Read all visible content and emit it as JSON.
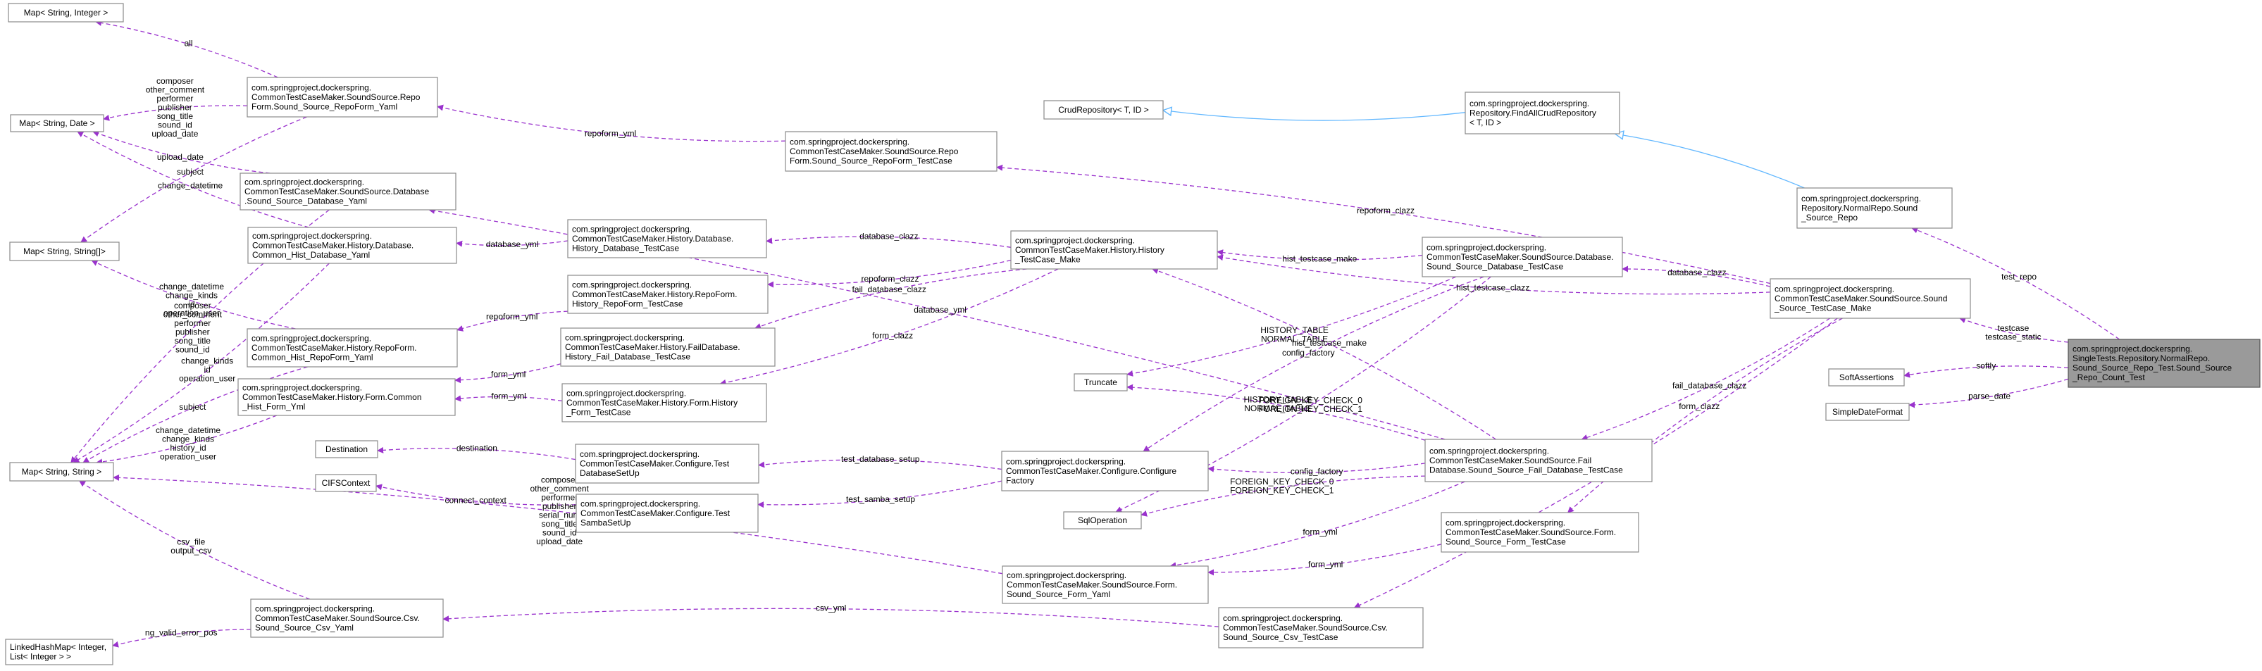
{
  "nodes": [
    {
      "id": "mapStrInt",
      "lines": [
        "Map< String, Integer >"
      ]
    },
    {
      "id": "mapStrDate",
      "lines": [
        "Map< String, Date >"
      ]
    },
    {
      "id": "mapStrArr",
      "lines": [
        "Map< String, String[]>"
      ]
    },
    {
      "id": "mapStrStr",
      "lines": [
        "Map< String, String >"
      ]
    },
    {
      "id": "linkedMap",
      "lines": [
        "LinkedHashMap< Integer,",
        "List< Integer > >"
      ]
    },
    {
      "id": "destination",
      "lines": [
        "Destination"
      ]
    },
    {
      "id": "cifs",
      "lines": [
        "CIFSContext"
      ]
    },
    {
      "id": "repoFormYaml",
      "lines": [
        "com.springproject.dockerspring.",
        "CommonTestCaseMaker.SoundSource.Repo",
        "Form.Sound_Source_RepoForm_Yaml"
      ]
    },
    {
      "id": "dbYaml",
      "lines": [
        "com.springproject.dockerspring.",
        "CommonTestCaseMaker.SoundSource.Database",
        ".Sound_Source_Database_Yaml"
      ]
    },
    {
      "id": "histDbYaml",
      "lines": [
        "com.springproject.dockerspring.",
        "CommonTestCaseMaker.History.Database.",
        "Common_Hist_Database_Yaml"
      ]
    },
    {
      "id": "histRepoYaml",
      "lines": [
        "com.springproject.dockerspring.",
        "CommonTestCaseMaker.History.RepoForm.",
        "Common_Hist_RepoForm_Yaml"
      ]
    },
    {
      "id": "histFormYml",
      "lines": [
        "com.springproject.dockerspring.",
        "CommonTestCaseMaker.History.Form.Common",
        "_Hist_Form_Yml"
      ]
    },
    {
      "id": "csvYaml",
      "lines": [
        "com.springproject.dockerspring.",
        "CommonTestCaseMaker.SoundSource.Csv.",
        "Sound_Source_Csv_Yaml"
      ]
    },
    {
      "id": "histDbTc",
      "lines": [
        "com.springproject.dockerspring.",
        "CommonTestCaseMaker.History.Database.",
        "History_Database_TestCase"
      ]
    },
    {
      "id": "histRepoTc",
      "lines": [
        "com.springproject.dockerspring.",
        "CommonTestCaseMaker.History.RepoForm.",
        "History_RepoForm_TestCase"
      ]
    },
    {
      "id": "histFailTc",
      "lines": [
        "com.springproject.dockerspring.",
        "CommonTestCaseMaker.History.FailDatabase.",
        "History_Fail_Database_TestCase"
      ]
    },
    {
      "id": "histFormTc",
      "lines": [
        "com.springproject.dockerspring.",
        "CommonTestCaseMaker.History.Form.History",
        "_Form_TestCase"
      ]
    },
    {
      "id": "dbSetup",
      "lines": [
        "com.springproject.dockerspring.",
        "CommonTestCaseMaker.Configure.Test",
        "DatabaseSetUp"
      ]
    },
    {
      "id": "sambaSetup",
      "lines": [
        "com.springproject.dockerspring.",
        "CommonTestCaseMaker.Configure.Test",
        "SambaSetUp"
      ]
    },
    {
      "id": "repoFormTc",
      "lines": [
        "com.springproject.dockerspring.",
        "CommonTestCaseMaker.SoundSource.Repo",
        "Form.Sound_Source_RepoForm_TestCase"
      ]
    },
    {
      "id": "histMake",
      "lines": [
        "com.springproject.dockerspring.",
        "CommonTestCaseMaker.History.History",
        "_TestCase_Make"
      ]
    },
    {
      "id": "configFactory",
      "lines": [
        "com.springproject.dockerspring.",
        "CommonTestCaseMaker.Configure.Configure",
        "Factory"
      ]
    },
    {
      "id": "formYaml",
      "lines": [
        "com.springproject.dockerspring.",
        "CommonTestCaseMaker.SoundSource.Form.",
        "Sound_Source_Form_Yaml"
      ]
    },
    {
      "id": "csvTc",
      "lines": [
        "com.springproject.dockerspring.",
        "CommonTestCaseMaker.SoundSource.Csv.",
        "Sound_Source_Csv_TestCase"
      ]
    },
    {
      "id": "crudRepo",
      "lines": [
        "CrudRepository< T, ID >"
      ]
    },
    {
      "id": "truncate",
      "lines": [
        "Truncate"
      ]
    },
    {
      "id": "sqlOp",
      "lines": [
        "SqlOperation"
      ]
    },
    {
      "id": "dbTc",
      "lines": [
        "com.springproject.dockerspring.",
        "CommonTestCaseMaker.SoundSource.Database.",
        "Sound_Source_Database_TestCase"
      ]
    },
    {
      "id": "failDbTc",
      "lines": [
        "com.springproject.dockerspring.",
        "CommonTestCaseMaker.SoundSource.Fail",
        "Database.Sound_Source_Fail_Database_TestCase"
      ]
    },
    {
      "id": "formTc",
      "lines": [
        "com.springproject.dockerspring.",
        "CommonTestCaseMaker.SoundSource.Form.",
        "Sound_Source_Form_TestCase"
      ]
    },
    {
      "id": "findAllRepo",
      "lines": [
        "com.springproject.dockerspring.",
        "Repository.FindAllCrudRepository",
        "< T, ID >"
      ]
    },
    {
      "id": "normalRepo",
      "lines": [
        "com.springproject.dockerspring.",
        "Repository.NormalRepo.Sound",
        "_Source_Repo"
      ]
    },
    {
      "id": "ssMake",
      "lines": [
        "com.springproject.dockerspring.",
        "CommonTestCaseMaker.SoundSource.Sound",
        "_Source_TestCase_Make"
      ]
    },
    {
      "id": "softAssert",
      "lines": [
        "SoftAssertions"
      ]
    },
    {
      "id": "dateFormat",
      "lines": [
        "SimpleDateFormat"
      ]
    },
    {
      "id": "focus",
      "lines": [
        "com.springproject.dockerspring.",
        "SingleTests.Repository.NormalRepo.",
        "Sound_Source_Repo_Test.Sound_Source",
        "_Repo_Count_Test"
      ]
    }
  ],
  "edges": [
    {
      "from": "repoFormYaml",
      "to": "mapStrInt",
      "labels": [
        "all"
      ]
    },
    {
      "from": "dbYaml",
      "to": "mapStrDate",
      "labels": [
        "upload_date"
      ]
    },
    {
      "from": "repoFormYaml",
      "to": "mapStrDate",
      "labels": [
        "composer",
        "other_comment",
        "performer",
        "publisher",
        "song_title",
        "sound_id",
        "upload_date"
      ]
    },
    {
      "from": "histDbYaml",
      "to": "mapStrDate",
      "labels": [
        "change_datetime"
      ]
    },
    {
      "from": "repoFormYaml",
      "to": "mapStrArr",
      "labels": [
        "subject"
      ]
    },
    {
      "from": "histRepoYaml",
      "to": "mapStrArr",
      "labels": [
        "change_datetime",
        "change_kinds",
        "id",
        "operation_user"
      ]
    },
    {
      "from": "dbYaml",
      "to": "mapStrStr",
      "labels": [
        "composer",
        "other_comment",
        "performer",
        "publisher",
        "song_title",
        "sound_id"
      ]
    },
    {
      "from": "histDbYaml",
      "to": "mapStrStr",
      "labels": [
        "change_kinds",
        "id",
        "operation_user"
      ]
    },
    {
      "from": "histRepoYaml",
      "to": "mapStrStr",
      "labels": [
        "subject"
      ]
    },
    {
      "from": "histFormYml",
      "to": "mapStrStr",
      "labels": [
        "change_datetime",
        "change_kinds",
        "history_id",
        "operation_user"
      ]
    },
    {
      "from": "formYaml",
      "to": "mapStrStr",
      "labels": [
        "composer",
        "other_comment",
        "performer",
        "publisher",
        "serial_num",
        "song_title",
        "sound_id",
        "upload_date"
      ]
    },
    {
      "from": "csvYaml",
      "to": "mapStrStr",
      "labels": [
        "csv_file",
        "output_csv"
      ]
    },
    {
      "from": "csvYaml",
      "to": "linkedMap",
      "labels": [
        "ng_valid_error_pos"
      ]
    },
    {
      "from": "histDbTc",
      "to": "histDbYaml",
      "labels": [
        "database_yml"
      ]
    },
    {
      "from": "histRepoTc",
      "to": "histRepoYaml",
      "labels": [
        "repoform_yml"
      ]
    },
    {
      "from": "histFailTc",
      "to": "histFormYml",
      "labels": [
        "form_yml"
      ]
    },
    {
      "from": "histFormTc",
      "to": "histFormYml",
      "labels": [
        "form_yml"
      ]
    },
    {
      "from": "repoFormTc",
      "to": "repoFormYaml",
      "labels": [
        "repoform_yml"
      ]
    },
    {
      "from": "dbSetup",
      "to": "destination",
      "labels": [
        "destination"
      ]
    },
    {
      "from": "sambaSetup",
      "to": "cifs",
      "labels": [
        "connect_context"
      ]
    },
    {
      "from": "histMake",
      "to": "histDbTc",
      "labels": [
        "database_clazz"
      ]
    },
    {
      "from": "histMake",
      "to": "histRepoTc",
      "labels": [
        "repoform_clazz"
      ]
    },
    {
      "from": "histMake",
      "to": "histFailTc",
      "labels": [
        "fail_database_clazz"
      ]
    },
    {
      "from": "histMake",
      "to": "histFormTc",
      "labels": [
        "form_clazz"
      ]
    },
    {
      "from": "configFactory",
      "to": "dbSetup",
      "labels": [
        "test_database_setup"
      ]
    },
    {
      "from": "configFactory",
      "to": "sambaSetup",
      "labels": [
        "test_samba_setup"
      ]
    },
    {
      "from": "csvTc",
      "to": "csvYaml",
      "labels": [
        "csv_yml"
      ]
    },
    {
      "from": "findAllRepo",
      "to": "crudRepo",
      "labels": [],
      "kind": "inherit"
    },
    {
      "from": "normalRepo",
      "to": "findAllRepo",
      "labels": [],
      "kind": "inherit"
    },
    {
      "from": "dbTc",
      "to": "histMake",
      "labels": [
        "hist_testcase_make"
      ]
    },
    {
      "from": "failDbTc",
      "to": "histMake",
      "labels": [
        "hist_testcase_make"
      ]
    },
    {
      "from": "dbTc",
      "to": "truncate",
      "labels": [
        "HISTORY_TABLE",
        "NORMAL_TABLE"
      ]
    },
    {
      "from": "dbTc",
      "to": "configFactory",
      "labels": [
        "config_factory"
      ]
    },
    {
      "from": "dbTc",
      "to": "sqlOp",
      "labels": [
        "FOREIGN_KEY_CHECK_0",
        "FOREIGN_KEY_CHECK_1"
      ]
    },
    {
      "from": "failDbTc",
      "to": "truncate",
      "labels": [
        "HISTORY_TABLE",
        "NORMAL_TABLE"
      ]
    },
    {
      "from": "failDbTc",
      "to": "configFactory",
      "labels": [
        "config_factory"
      ]
    },
    {
      "from": "failDbTc",
      "to": "sqlOp",
      "labels": [
        "FOREIGN_KEY_CHECK_0",
        "FOREIGN_KEY_CHECK_1"
      ]
    },
    {
      "from": "failDbTc",
      "to": "formYaml",
      "labels": [
        "form_yml"
      ]
    },
    {
      "from": "failDbTc",
      "to": "dbYaml",
      "labels": [
        "database_yml"
      ]
    },
    {
      "from": "formTc",
      "to": "formYaml",
      "labels": [
        "form_yml"
      ]
    },
    {
      "from": "ssMake",
      "to": "repoFormTc",
      "labels": [
        "repoform_clazz"
      ]
    },
    {
      "from": "ssMake",
      "to": "histMake",
      "labels": [
        "hist_testcase_clazz"
      ]
    },
    {
      "from": "ssMake",
      "to": "dbTc",
      "labels": [
        "database_clazz"
      ]
    },
    {
      "from": "ssMake",
      "to": "failDbTc",
      "labels": [
        "fail_database_clazz"
      ]
    },
    {
      "from": "ssMake",
      "to": "formTc",
      "labels": [
        "form_clazz"
      ]
    },
    {
      "from": "ssMake",
      "to": "csvTc",
      "labels": [
        "csv_clazz"
      ]
    },
    {
      "from": "focus",
      "to": "normalRepo",
      "labels": [
        "test_repo"
      ]
    },
    {
      "from": "focus",
      "to": "ssMake",
      "labels": [
        "testcase",
        "testcase_static"
      ]
    },
    {
      "from": "focus",
      "to": "softAssert",
      "labels": [
        "softly"
      ]
    },
    {
      "from": "focus",
      "to": "dateFormat",
      "labels": [
        "parse_date"
      ]
    }
  ]
}
